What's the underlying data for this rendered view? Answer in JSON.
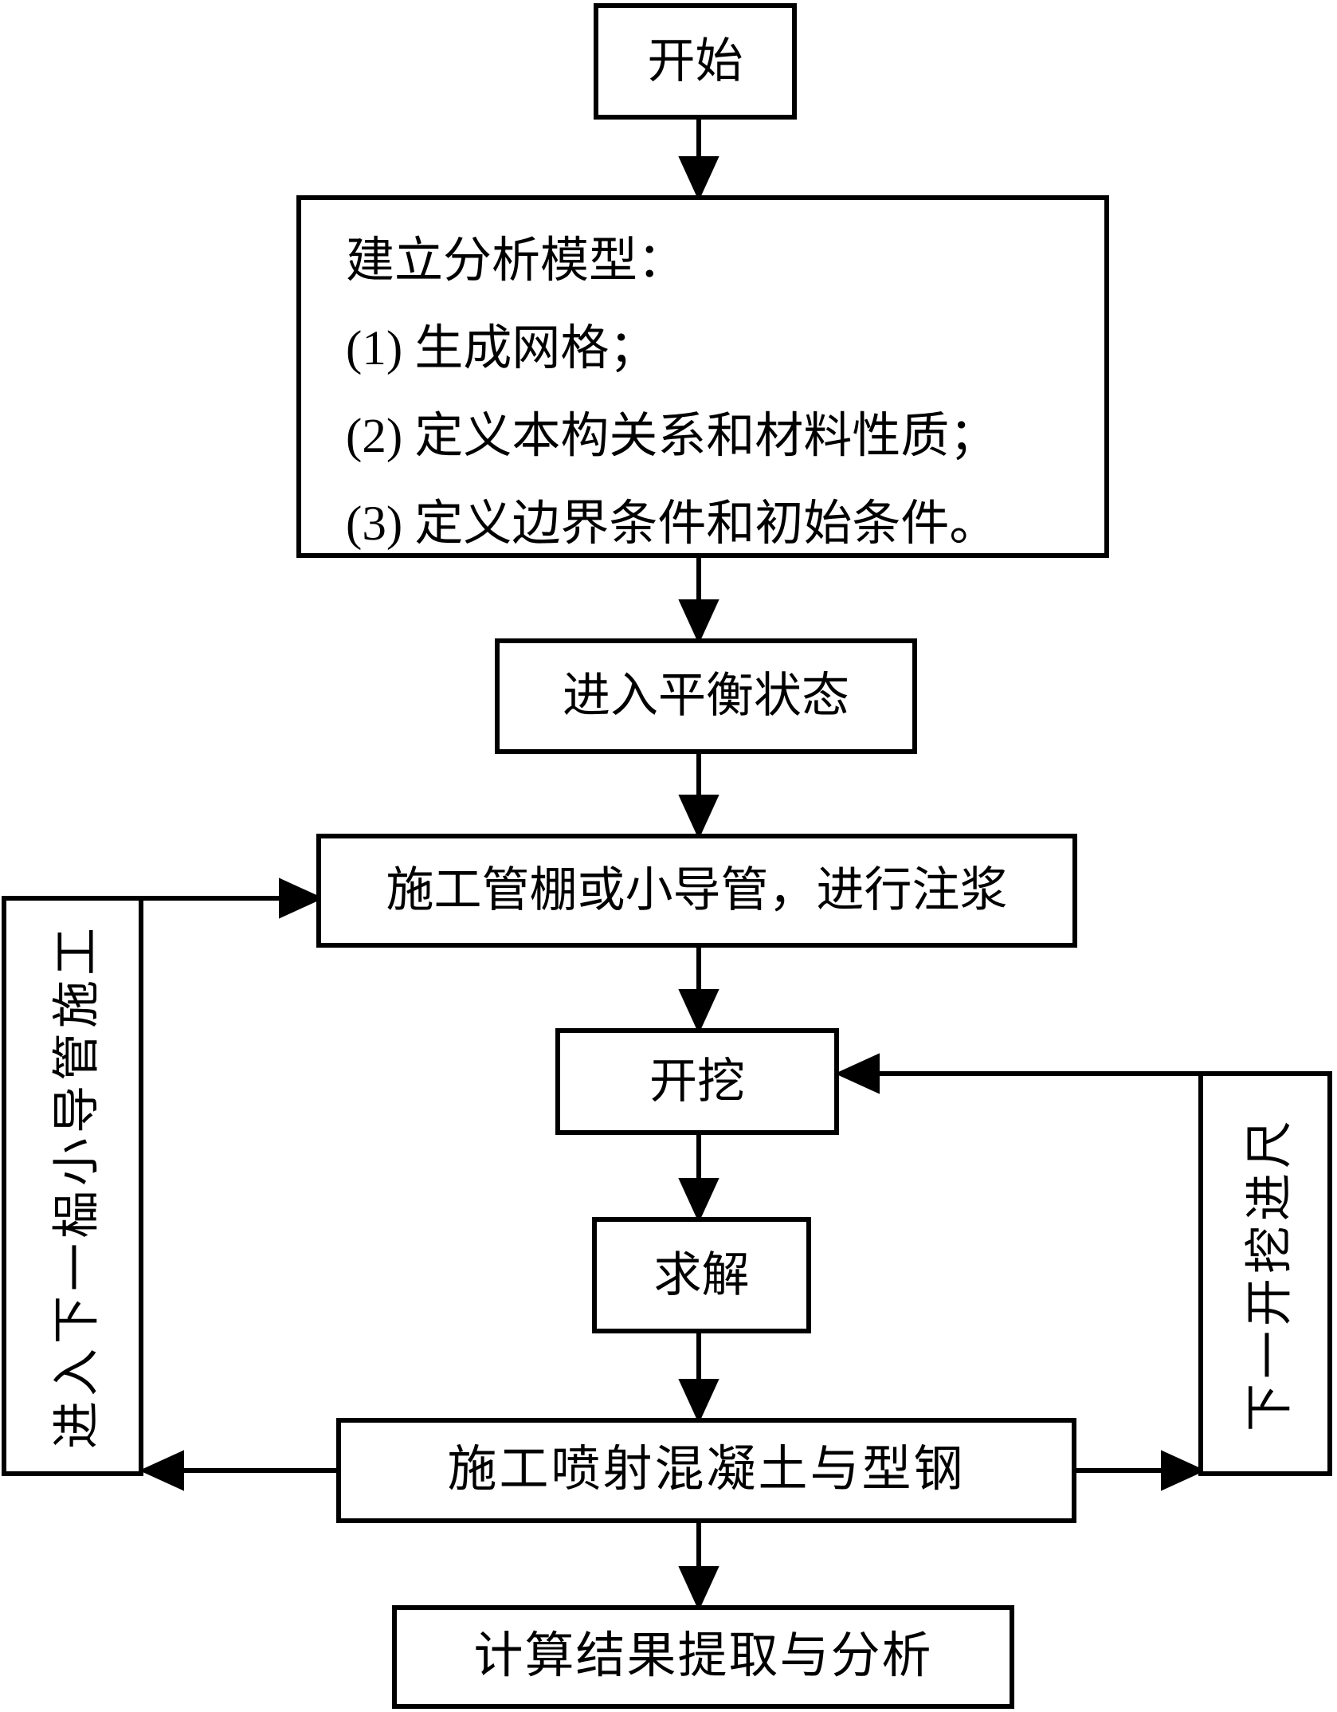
{
  "flowchart": {
    "nodes": {
      "start": {
        "label": "开始"
      },
      "model": {
        "title": "建立分析模型：",
        "items": [
          "(1) 生成网格；",
          "(2) 定义本构关系和材料性质；",
          "(3) 定义边界条件和初始条件。"
        ]
      },
      "equilibrium": {
        "label": "进入平衡状态"
      },
      "grouting": {
        "label": "施工管棚或小导管，进行注浆"
      },
      "excavation": {
        "label": "开挖"
      },
      "solve": {
        "label": "求解"
      },
      "support": {
        "label": "施工喷射混凝土与型钢"
      },
      "results": {
        "label": "计算结果提取与分析"
      },
      "next_pipe": {
        "label": "进入下一榀小导管施工"
      },
      "next_advance": {
        "label": "下一开挖进尺"
      }
    },
    "colors": {
      "line": "#000000",
      "background": "#ffffff",
      "box_fill": "#ffffff"
    }
  }
}
